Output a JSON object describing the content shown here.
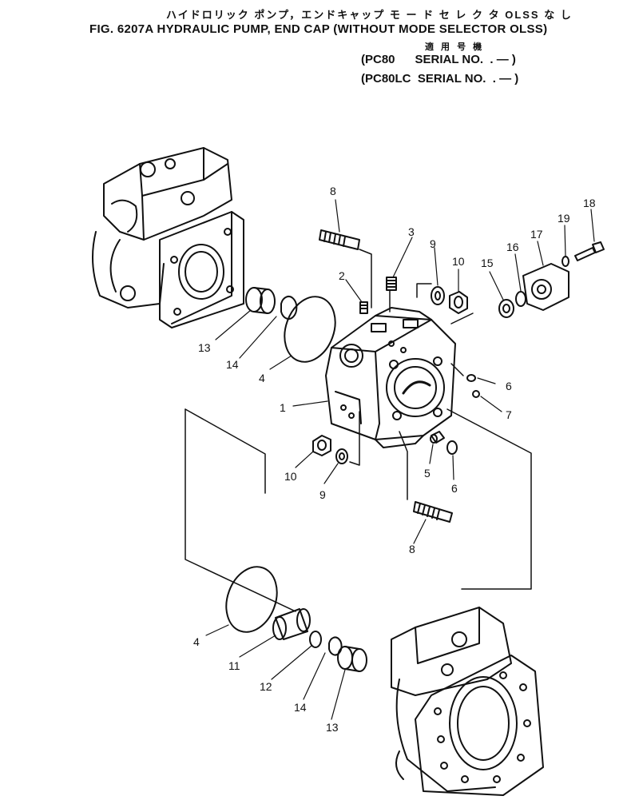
{
  "header": {
    "title_jp": "ハイドロリック ポンプ，エンドキャップ モ ー ド セ レ ク タ OLSS な し",
    "title_en": "FIG. 6207A HYDRAULIC PUMP, END CAP (WITHOUT MODE SELECTOR OLSS)",
    "applicable_jp": "適 用 号 機",
    "serial_lines": [
      "(PC80      SERIAL NO.  . — )",
      "(PC80LC  SERIAL NO.  . — )"
    ]
  },
  "callouts": [
    {
      "id": "c1",
      "text": "1"
    },
    {
      "id": "c2",
      "text": "2"
    },
    {
      "id": "c3",
      "text": "3"
    },
    {
      "id": "c4a",
      "text": "4"
    },
    {
      "id": "c4b",
      "text": "4"
    },
    {
      "id": "c5",
      "text": "5"
    },
    {
      "id": "c6a",
      "text": "6"
    },
    {
      "id": "c6b",
      "text": "6"
    },
    {
      "id": "c7",
      "text": "7"
    },
    {
      "id": "c8a",
      "text": "8"
    },
    {
      "id": "c8b",
      "text": "8"
    },
    {
      "id": "c9a",
      "text": "9"
    },
    {
      "id": "c9b",
      "text": "9"
    },
    {
      "id": "c10a",
      "text": "10"
    },
    {
      "id": "c10b",
      "text": "10"
    },
    {
      "id": "c11",
      "text": "11"
    },
    {
      "id": "c12",
      "text": "12"
    },
    {
      "id": "c13a",
      "text": "13"
    },
    {
      "id": "c13b",
      "text": "13"
    },
    {
      "id": "c14a",
      "text": "14"
    },
    {
      "id": "c14b",
      "text": "14"
    },
    {
      "id": "c15",
      "text": "15"
    },
    {
      "id": "c16",
      "text": "16"
    },
    {
      "id": "c17",
      "text": "17"
    },
    {
      "id": "c18",
      "text": "18"
    },
    {
      "id": "c19",
      "text": "19"
    }
  ]
}
